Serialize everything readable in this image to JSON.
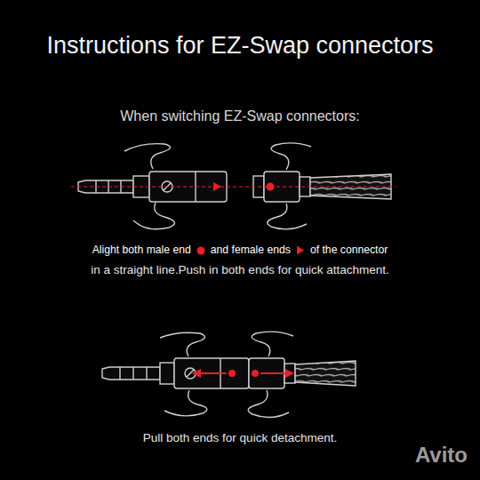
{
  "diagram": {
    "title": "Instructions for EZ-Swap connectors",
    "labels": [
      "When switching EZ-Swap connectors:",
      "Alight both male end",
      "and female ends",
      "of the connector",
      "in a straight line.Push in both ends for quick attachment.",
      "Pull both ends for quick detachment.",
      "Avito"
    ]
  }
}
